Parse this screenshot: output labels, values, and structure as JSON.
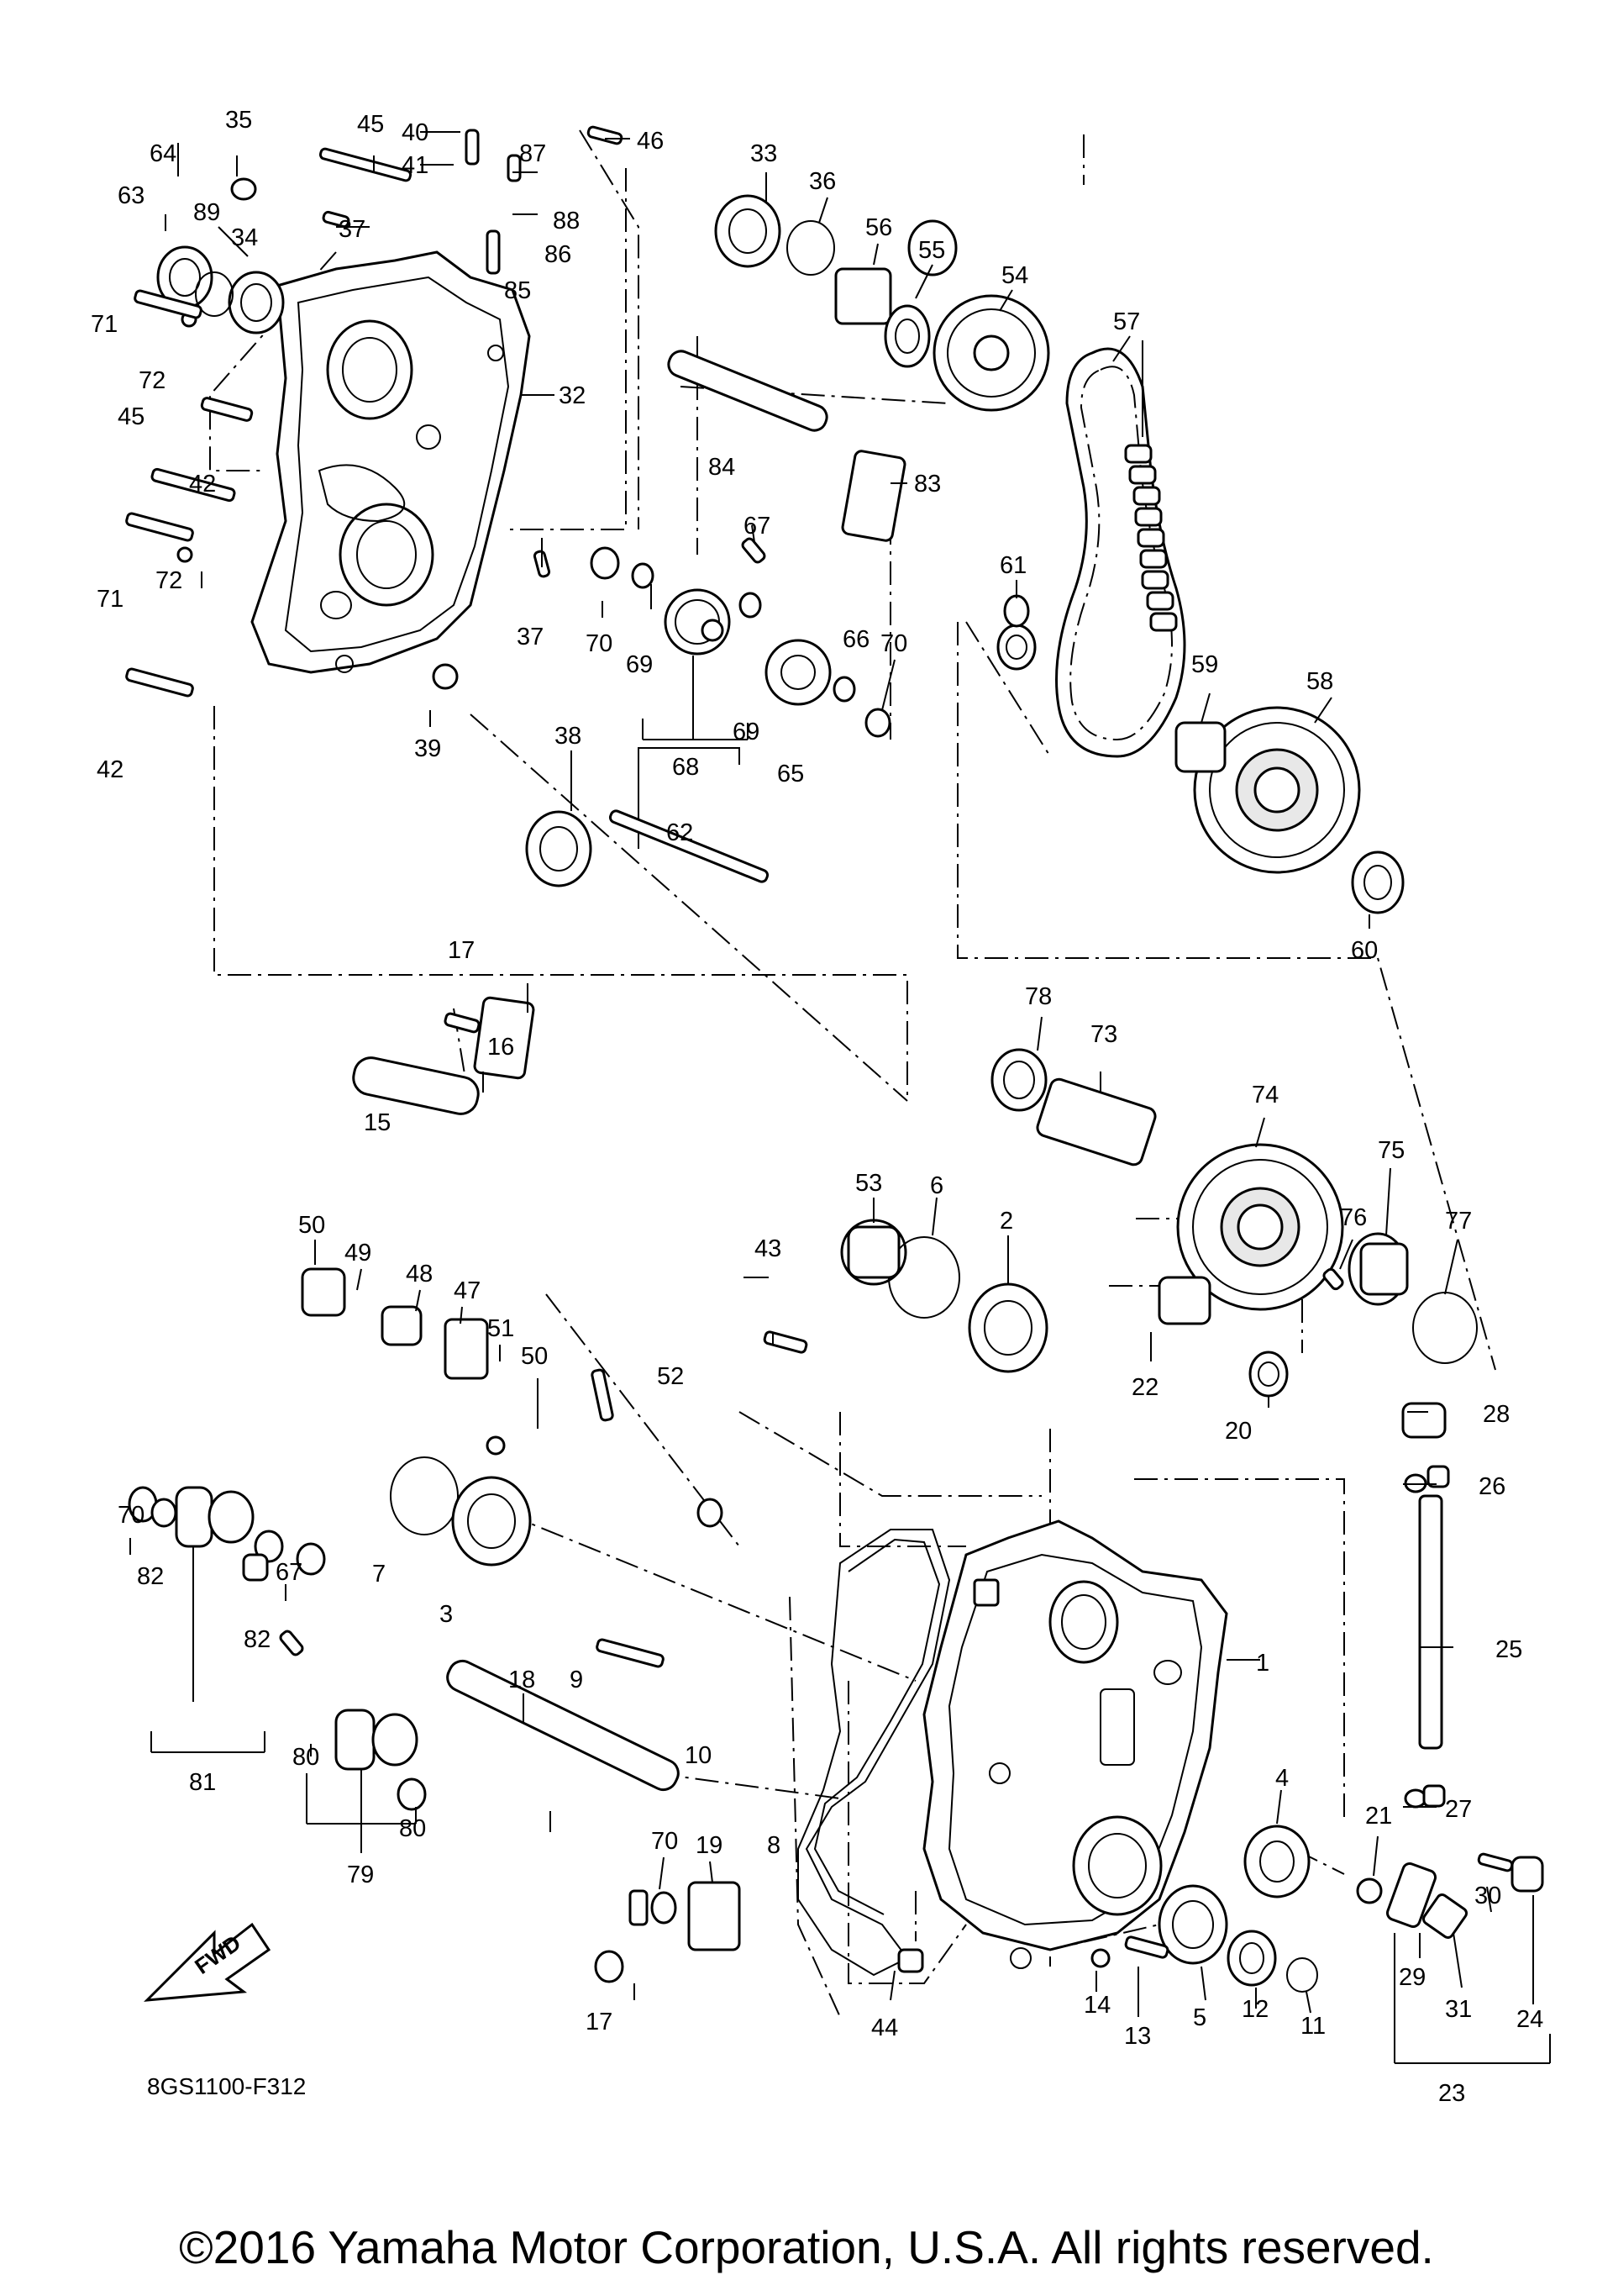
{
  "diagram": {
    "drawing_code": "8GS1100-F312",
    "fwd_label": "FWD",
    "callouts": {
      "c1": "1",
      "c2": "2",
      "c3": "3",
      "c4": "4",
      "c5": "5",
      "c6": "6",
      "c7": "7",
      "c8": "8",
      "c9": "9",
      "c10": "10",
      "c11": "11",
      "c12": "12",
      "c13": "13",
      "c14": "14",
      "c15": "15",
      "c16": "16",
      "c17": "17",
      "c18": "18",
      "c19": "19",
      "c20": "20",
      "c21": "21",
      "c22": "22",
      "c23": "23",
      "c24": "24",
      "c25": "25",
      "c26": "26",
      "c27": "27",
      "c28": "28",
      "c29": "29",
      "c30": "30",
      "c31": "31",
      "c32": "32",
      "c33": "33",
      "c34": "34",
      "c35": "35",
      "c36": "36",
      "c37": "37",
      "c38": "38",
      "c39": "39",
      "c40": "40",
      "c41": "41",
      "c42": "42",
      "c43": "43",
      "c44": "44",
      "c45": "45",
      "c46": "46",
      "c47": "47",
      "c48": "48",
      "c49": "49",
      "c50": "50",
      "c51": "51",
      "c52": "52",
      "c53": "53",
      "c54": "54",
      "c55": "55",
      "c56": "56",
      "c57": "57",
      "c58": "58",
      "c59": "59",
      "c60": "60",
      "c61": "61",
      "c62": "62",
      "c63": "63",
      "c64": "64",
      "c65": "65",
      "c66": "66",
      "c67": "67",
      "c68": "68",
      "c69": "69",
      "c70": "70",
      "c71": "71",
      "c72": "72",
      "c73": "73",
      "c74": "74",
      "c75": "75",
      "c76": "76",
      "c77": "77",
      "c78": "78",
      "c79": "79",
      "c80": "80",
      "c81": "81",
      "c82": "82",
      "c83": "83",
      "c84": "84",
      "c85": "85",
      "c86": "86",
      "c87": "87",
      "c88": "88",
      "c89": "89"
    }
  },
  "copyright": "©2016 Yamaha Motor Corporation, U.S.A. All rights reserved."
}
